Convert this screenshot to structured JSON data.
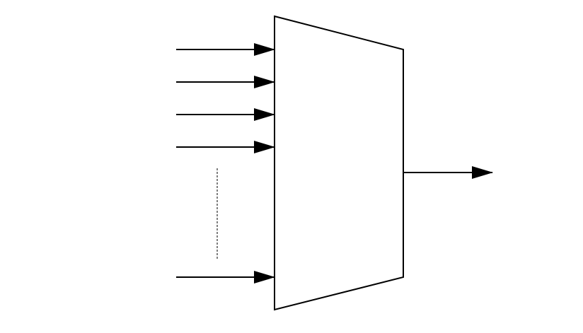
{
  "diagram": {
    "type": "multiplexer",
    "inputs": [
      {
        "id": "in-1"
      },
      {
        "id": "in-2"
      },
      {
        "id": "in-3"
      },
      {
        "id": "in-4"
      },
      {
        "id": "in-n"
      }
    ],
    "has_ellipsis_between_inputs": true,
    "output": {
      "id": "out"
    },
    "colors": {
      "stroke": "#000000",
      "fill": "#ffffff",
      "ellipsis": "#555555"
    }
  }
}
